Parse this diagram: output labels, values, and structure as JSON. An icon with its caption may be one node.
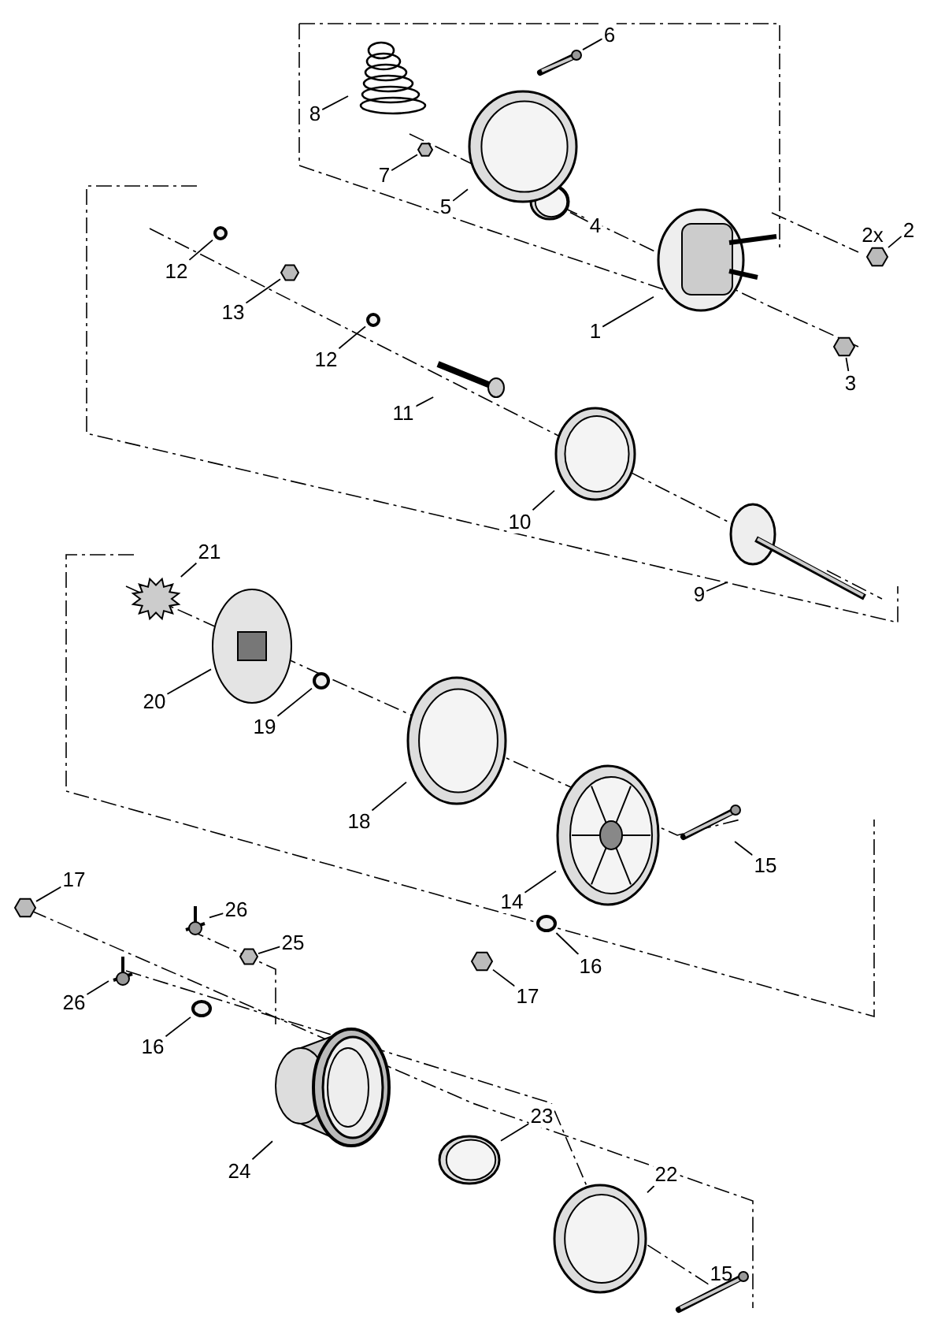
{
  "diagram": {
    "nodes": [
      {
        "text": [
          "1"
        ]
      },
      {
        "text": [
          "2"
        ]
      },
      {
        "text": [
          "3"
        ]
      },
      {
        "text": [
          "4"
        ]
      },
      {
        "text": [
          "5"
        ]
      },
      {
        "text": [
          "6"
        ]
      },
      {
        "text": [
          "7"
        ]
      },
      {
        "text": [
          "8"
        ]
      },
      {
        "text": [
          "9"
        ]
      },
      {
        "text": [
          "10"
        ]
      },
      {
        "text": [
          "11"
        ]
      },
      {
        "text": [
          "12"
        ]
      },
      {
        "text": [
          "13"
        ]
      },
      {
        "text": [
          "12"
        ]
      },
      {
        "text": [
          "14"
        ]
      },
      {
        "text": [
          "15"
        ]
      },
      {
        "text": [
          "16"
        ]
      },
      {
        "text": [
          "17"
        ]
      },
      {
        "text": [
          "18"
        ]
      },
      {
        "text": [
          "19"
        ]
      },
      {
        "text": [
          "20"
        ]
      },
      {
        "text": [
          "21"
        ]
      },
      {
        "text": [
          "22"
        ]
      },
      {
        "text": [
          "23"
        ]
      },
      {
        "text": [
          "24"
        ]
      },
      {
        "text": [
          "25"
        ]
      },
      {
        "text": [
          "26"
        ]
      },
      {
        "text": [
          "26"
        ]
      },
      {
        "text": [
          "16"
        ]
      },
      {
        "text": [
          "17"
        ]
      },
      {
        "text": [
          "15"
        ]
      },
      {
        "text": [],
        "shape": "picture"
      },
      {
        "text": [],
        "shape": "hexagon"
      },
      {
        "text": [],
        "shape": "hexagon"
      },
      {
        "text": [],
        "shape": "picture"
      },
      {
        "text": [],
        "shape": "picture"
      },
      {
        "text": [],
        "shape": "picture"
      },
      {
        "text": [],
        "shape": "hexagon"
      },
      {
        "text": [],
        "shape": "picture"
      },
      {
        "text": [],
        "shape": "picture"
      },
      {
        "text": [],
        "shape": "picture"
      },
      {
        "text": [],
        "shape": "picture"
      },
      {
        "text": [],
        "shape": "circle"
      },
      {
        "text": [],
        "shape": "hexagon"
      },
      {
        "text": [],
        "shape": "circle"
      },
      {
        "text": [],
        "shape": "picture"
      },
      {
        "text": [],
        "shape": "picture"
      },
      {
        "text": [],
        "shape": "circle"
      },
      {
        "text": [],
        "shape": "hexagon"
      },
      {
        "text": [],
        "shape": "picture"
      },
      {
        "text": [],
        "shape": "circle"
      },
      {
        "text": [],
        "shape": "picture"
      },
      {
        "text": [],
        "shape": "picture"
      },
      {
        "text": [],
        "shape": "picture"
      },
      {
        "text": [],
        "shape": "picture"
      },
      {
        "text": [],
        "shape": "picture"
      },
      {
        "text": [],
        "shape": "hexagon"
      },
      {
        "text": [],
        "shape": "picture"
      },
      {
        "text": [],
        "shape": "picture"
      },
      {
        "text": [],
        "shape": "circle"
      },
      {
        "text": [],
        "shape": "hexagon"
      },
      {
        "text": [],
        "shape": "picture"
      }
    ],
    "edges": [
      {
        "from": 0,
        "to": 31,
        "arrow": "none"
      },
      {
        "from": 1,
        "to": 32,
        "arrow": "none"
      },
      {
        "from": 2,
        "to": 33,
        "arrow": "none"
      },
      {
        "from": 3,
        "to": 34,
        "arrow": "none"
      },
      {
        "from": 4,
        "to": 35,
        "arrow": "none"
      },
      {
        "from": 5,
        "to": 36,
        "arrow": "none"
      },
      {
        "from": 6,
        "to": 37,
        "arrow": "none"
      },
      {
        "from": 7,
        "to": 38,
        "arrow": "none"
      },
      {
        "from": 8,
        "to": 39,
        "arrow": "none"
      },
      {
        "from": 9,
        "to": 40,
        "arrow": "none"
      },
      {
        "from": 10,
        "to": 41,
        "arrow": "none"
      },
      {
        "from": 11,
        "to": 42,
        "arrow": "none"
      },
      {
        "from": 12,
        "to": 43,
        "arrow": "none"
      },
      {
        "from": 13,
        "to": 44,
        "arrow": "none"
      },
      {
        "from": 14,
        "to": 45,
        "arrow": "none"
      },
      {
        "from": 15,
        "to": 46,
        "arrow": "none"
      },
      {
        "from": 16,
        "to": 47,
        "arrow": "none"
      },
      {
        "from": 17,
        "to": 48,
        "arrow": "none"
      },
      {
        "from": 18,
        "to": 49,
        "arrow": "none"
      },
      {
        "from": 19,
        "to": 50,
        "arrow": "none"
      },
      {
        "from": 20,
        "to": 51,
        "arrow": "none"
      },
      {
        "from": 21,
        "to": 52,
        "arrow": "none"
      },
      {
        "from": 22,
        "to": 53,
        "arrow": "none"
      },
      {
        "from": 23,
        "to": 54,
        "arrow": "none"
      },
      {
        "from": 24,
        "to": 55,
        "arrow": "none"
      },
      {
        "from": 25,
        "to": 56,
        "arrow": "none"
      },
      {
        "from": 26,
        "to": 57,
        "arrow": "none"
      },
      {
        "from": 27,
        "to": 58,
        "arrow": "none"
      },
      {
        "from": 28,
        "to": 59,
        "arrow": "none"
      },
      {
        "from": 29,
        "to": 60,
        "arrow": "none"
      },
      {
        "from": 30,
        "to": 61,
        "arrow": "none"
      }
    ],
    "labels": [
      "2x"
    ]
  }
}
